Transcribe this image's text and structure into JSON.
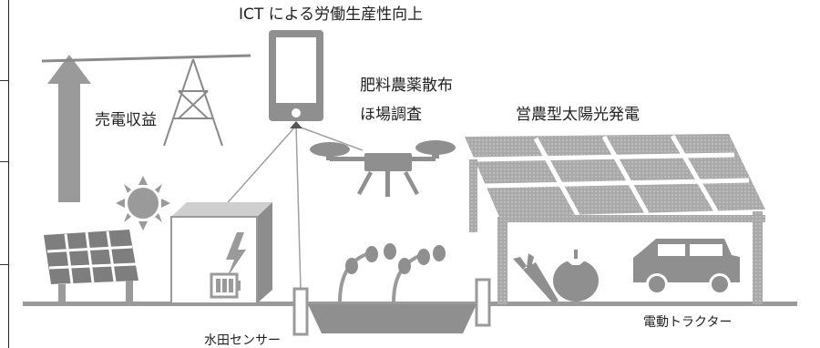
{
  "labels": {
    "ict": "ICT による労働生産性向上",
    "sell_power": "売電収益",
    "fertilizer_spray": "肥料農薬散布",
    "field_survey": "ほ場調査",
    "solar_sharing": "営農型太陽光発電",
    "electric_tractor": "電動トラクター",
    "water_sensor": "水田センサー"
  },
  "icons": [
    "upward-arrow-icon",
    "transmission-tower-icon",
    "smartphone-icon",
    "sun-icon",
    "solar-panel-icon",
    "battery-box-icon",
    "drone-icon",
    "plant-icon",
    "solar-canopy-icon",
    "carrot-icon",
    "tomato-icon",
    "vehicle-icon",
    "water-sensor-icon",
    "paddy-field-icon"
  ],
  "colors": {
    "icon_gray": "#9a9a9a",
    "dark_gray": "#7a7a7a",
    "light_gray": "#bfbfbf",
    "text": "#222222"
  }
}
